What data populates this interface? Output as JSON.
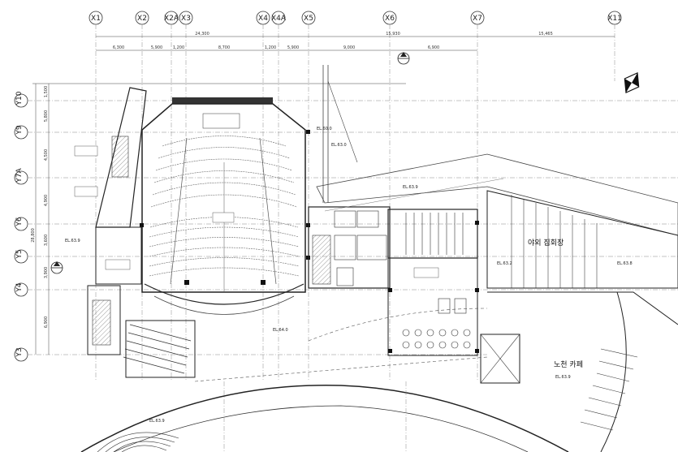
{
  "grid": {
    "columns": [
      "X1",
      "X2",
      "X2A",
      "X3",
      "X4",
      "X4A",
      "X5",
      "X6",
      "X7",
      "X11"
    ],
    "rows": [
      "Y10",
      "Y9",
      "Y7A",
      "Y6",
      "Y5",
      "Y4",
      "Y3"
    ]
  },
  "dimensions": {
    "top_totals": [
      "24,300",
      "15,930",
      "15,465"
    ],
    "top_segments": [
      "6,300",
      "5,900",
      "1,200",
      "8,700",
      "1,200",
      "5,900",
      "9,000",
      "6,900"
    ],
    "left_total": "28,800",
    "left_segments": [
      "1,500",
      "5,800",
      "4,500",
      "4,900",
      "3,600",
      "3,900",
      "6,900"
    ]
  },
  "labels": {
    "outdoor_lounge": "야외 집회장",
    "outdoor_cafe": "노천 카페"
  },
  "elevations": [
    "EL.60.0",
    "EL.63.0",
    "EL.63.9",
    "EL.64.0",
    "EL.63.2",
    "EL.63.8",
    "EL.63.9",
    "EL.63.9",
    "EL.63.9"
  ]
}
